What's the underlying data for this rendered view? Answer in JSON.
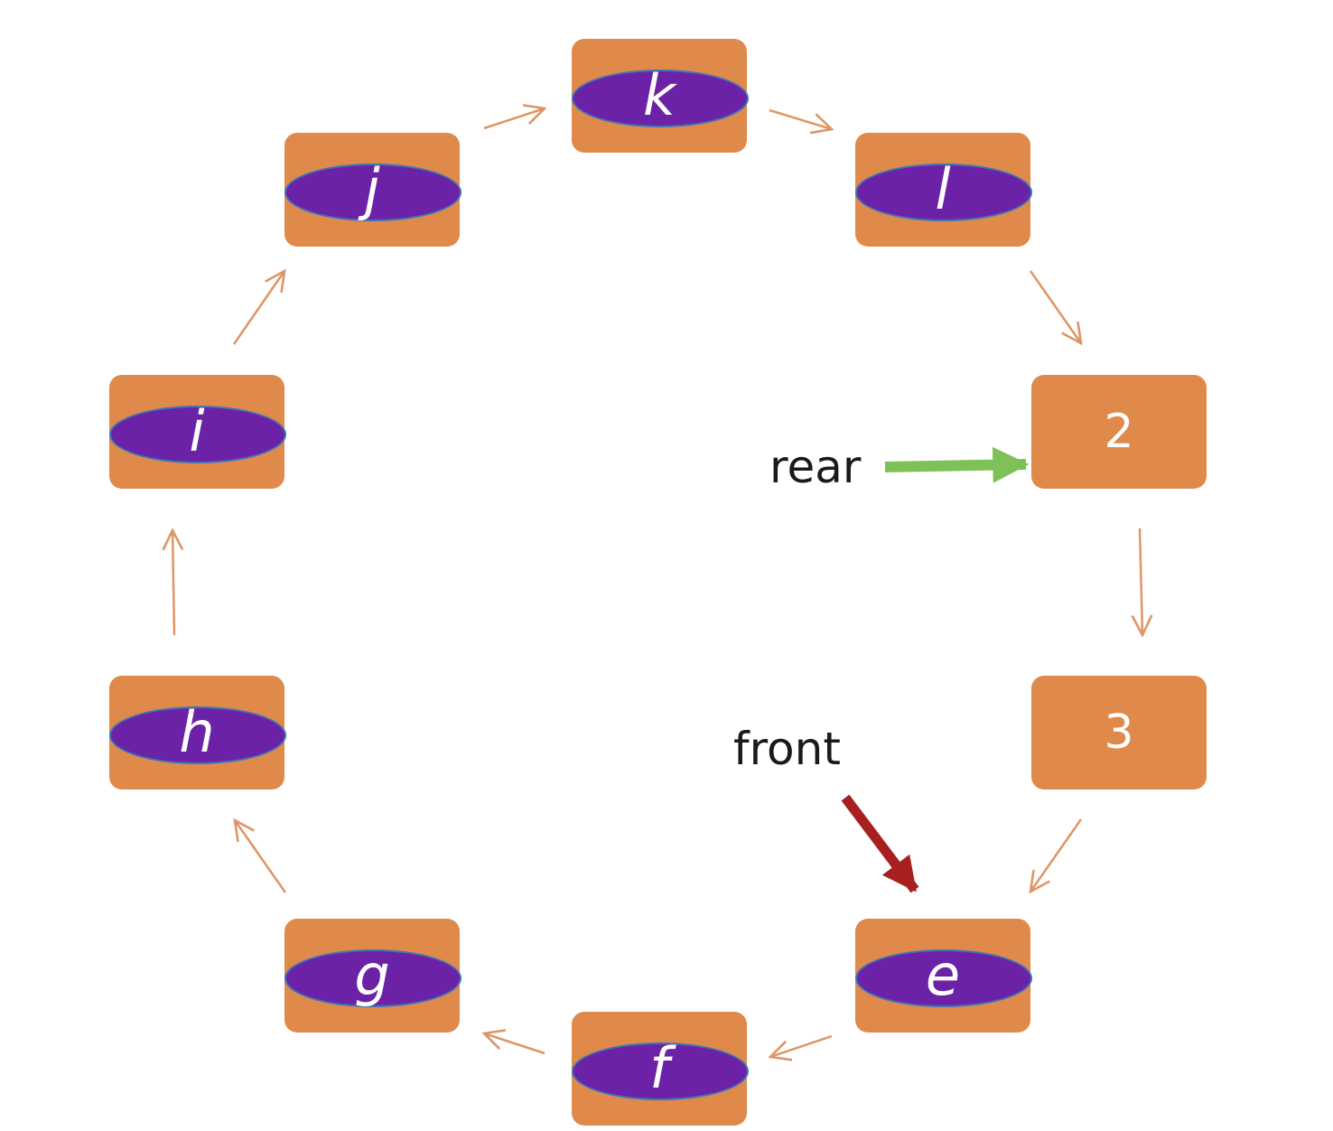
{
  "colors": {
    "slot_fill": "#df8a4a",
    "filled_marker": "#6c22a6",
    "filled_marker_outline": "#3f73b8",
    "link_arrow": "#de9566",
    "rear_arrow": "#7ec157",
    "front_arrow": "#a71f1f",
    "text_on_slot": "#ffffff"
  },
  "slots": [
    {
      "id": "k",
      "label": "k",
      "filled": true
    },
    {
      "id": "l",
      "label": "l",
      "filled": true
    },
    {
      "id": "2",
      "label": "2",
      "filled": false
    },
    {
      "id": "3",
      "label": "3",
      "filled": false
    },
    {
      "id": "e",
      "label": "e",
      "filled": true
    },
    {
      "id": "f",
      "label": "f",
      "filled": true
    },
    {
      "id": "g",
      "label": "g",
      "filled": true
    },
    {
      "id": "h",
      "label": "h",
      "filled": true
    },
    {
      "id": "i",
      "label": "i",
      "filled": true
    },
    {
      "id": "j",
      "label": "j",
      "filled": true
    }
  ],
  "pointers": {
    "rear": {
      "label": "rear",
      "target": "2"
    },
    "front": {
      "label": "front",
      "target": "e"
    }
  }
}
